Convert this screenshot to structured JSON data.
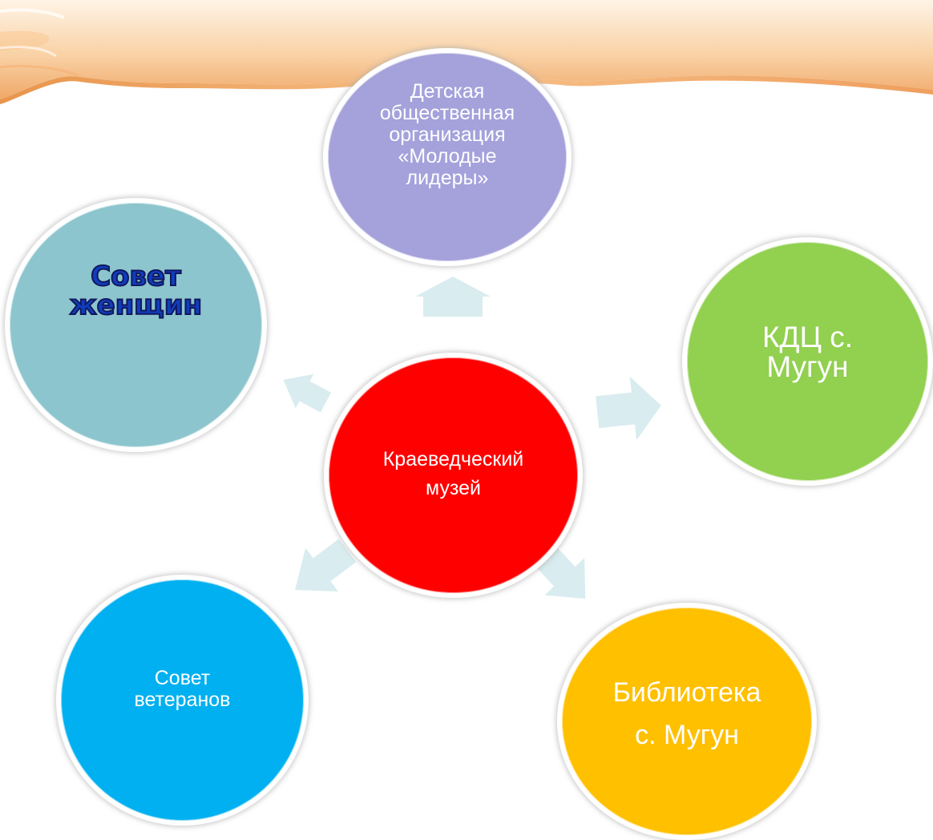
{
  "diagram": {
    "nodes": {
      "center": {
        "text": "Краеведческий\nмузей",
        "color": "#ff0000"
      },
      "top": {
        "text": "Детская\nобщественная\nорганизация\n«Молодые\nлидеры»",
        "color": "#a4a1db"
      },
      "left": {
        "text": "Совет\nженщин",
        "color": "#8cc5cd"
      },
      "right": {
        "text": "КДЦ с.\nМугун",
        "color": "#92d050"
      },
      "bottom_left": {
        "text": "Совет\nветеранов",
        "color": "#00b0f0"
      },
      "bottom_right": {
        "text": "Библиотека\nс. Мугун",
        "color": "#ffc000"
      }
    },
    "connections": [
      {
        "from": "center",
        "to": "top"
      },
      {
        "from": "center",
        "to": "left"
      },
      {
        "from": "center",
        "to": "right"
      },
      {
        "from": "center",
        "to": "bottom_left"
      },
      {
        "from": "center",
        "to": "bottom_right"
      }
    ],
    "colors": {
      "arrow": "#d9ecef",
      "banner": "#f3b982"
    }
  }
}
